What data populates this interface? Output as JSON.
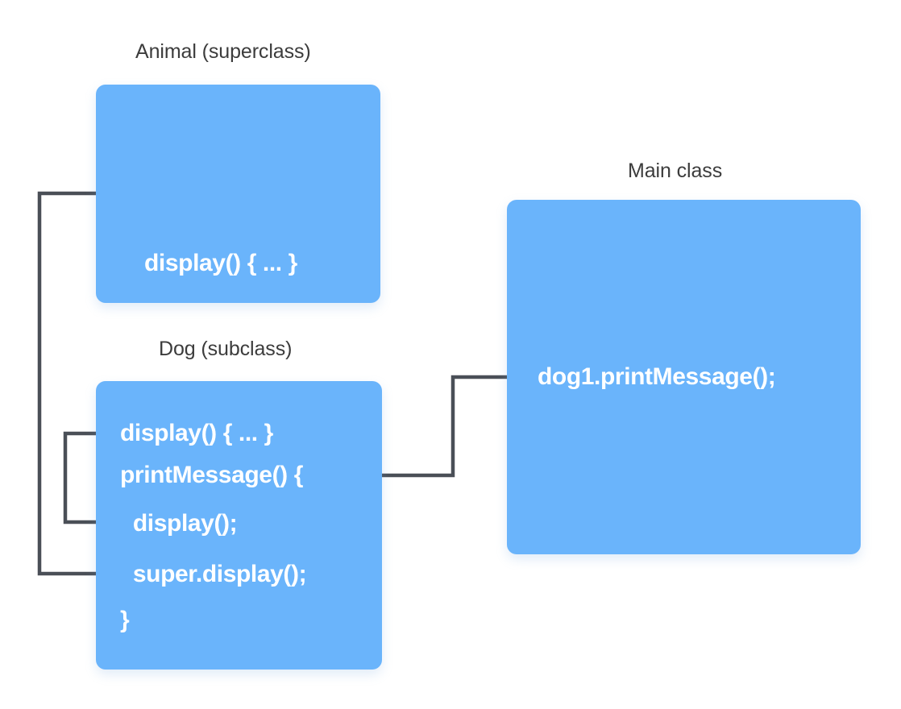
{
  "diagram": {
    "title_colors": {
      "box_fill": "#6ab4fb",
      "box_text": "#ffffff",
      "label_text": "#3c3c3c",
      "arrow": "#4a4f57",
      "background": "#ffffff"
    },
    "classes": [
      {
        "id": "animal",
        "label": "Animal (superclass)",
        "lines": [
          "display() { ... }"
        ]
      },
      {
        "id": "dog",
        "label": "Dog (subclass)",
        "lines": [
          "display() { ... }",
          "printMessage() {",
          "  display();",
          "  super.display();",
          "}"
        ]
      },
      {
        "id": "main",
        "label": "Main class",
        "lines": [
          "dog1.printMessage();"
        ]
      }
    ],
    "arrows": [
      {
        "id": "super-display-to-animal-display",
        "from": "dog.super.display();",
        "to": "animal.display() { ... }"
      },
      {
        "id": "display-call-to-dog-display",
        "from": "dog.display();",
        "to": "dog.display() { ... }"
      },
      {
        "id": "main-call-to-dog-printmessage",
        "from": "main.dog1.printMessage();",
        "to": "dog.printMessage() {"
      }
    ]
  }
}
